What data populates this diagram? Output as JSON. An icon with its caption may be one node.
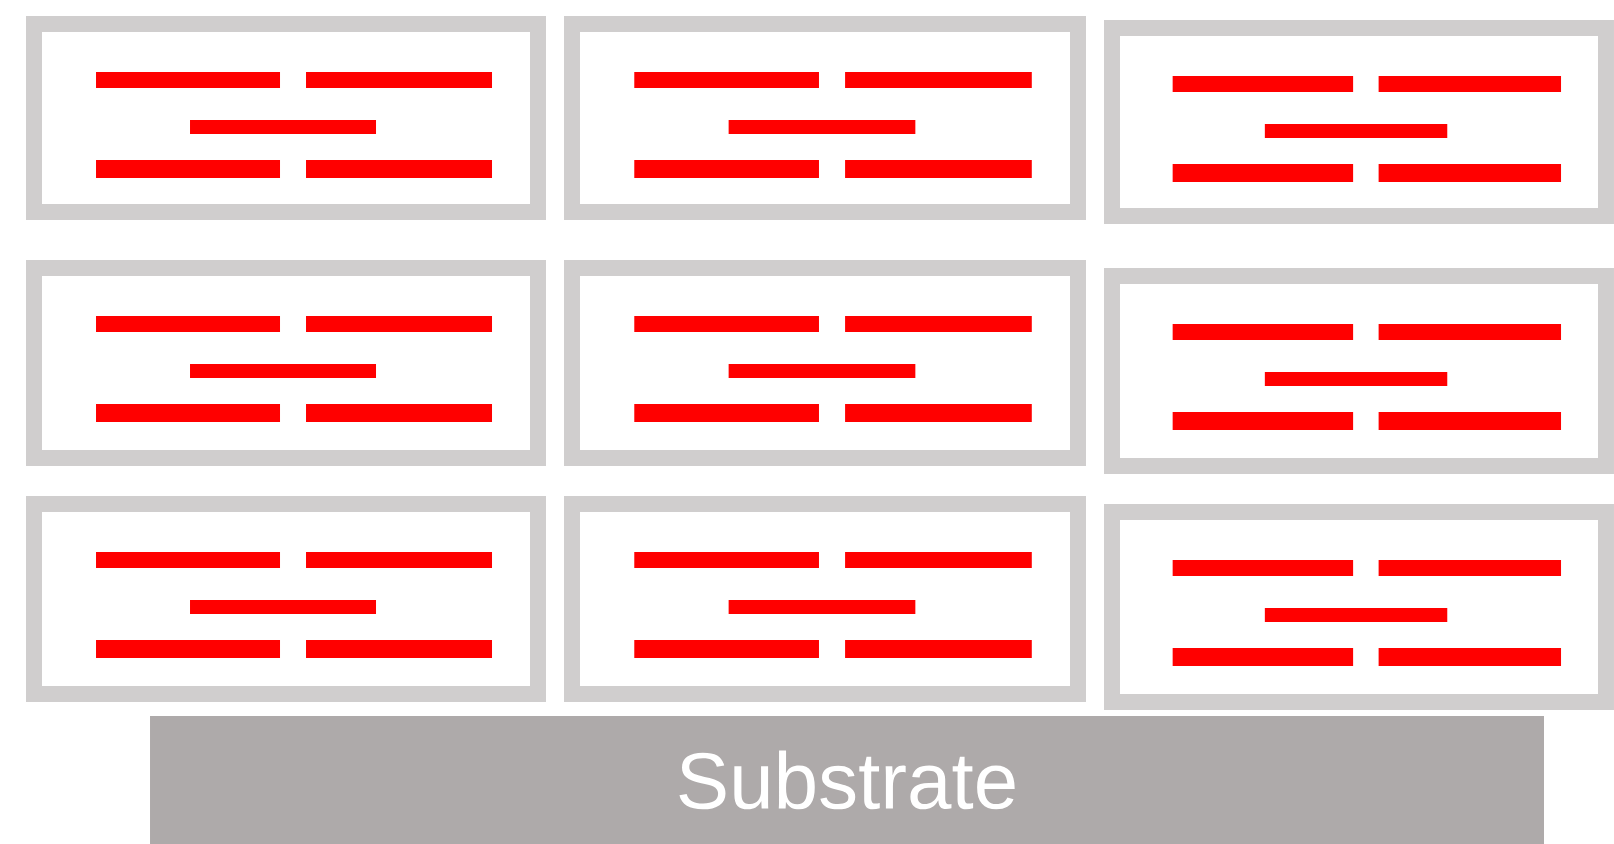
{
  "diagram": {
    "nodes": [
      {
        "text": [],
        "shape": "box"
      },
      {
        "text": [],
        "shape": "box"
      },
      {
        "text": [],
        "shape": "box"
      },
      {
        "text": [],
        "shape": "box"
      },
      {
        "text": [],
        "shape": "box"
      },
      {
        "text": [],
        "shape": "box"
      },
      {
        "text": [],
        "shape": "box"
      },
      {
        "text": [],
        "shape": "box"
      },
      {
        "text": [],
        "shape": "box"
      },
      {
        "text": [
          "Substrate"
        ]
      }
    ]
  }
}
